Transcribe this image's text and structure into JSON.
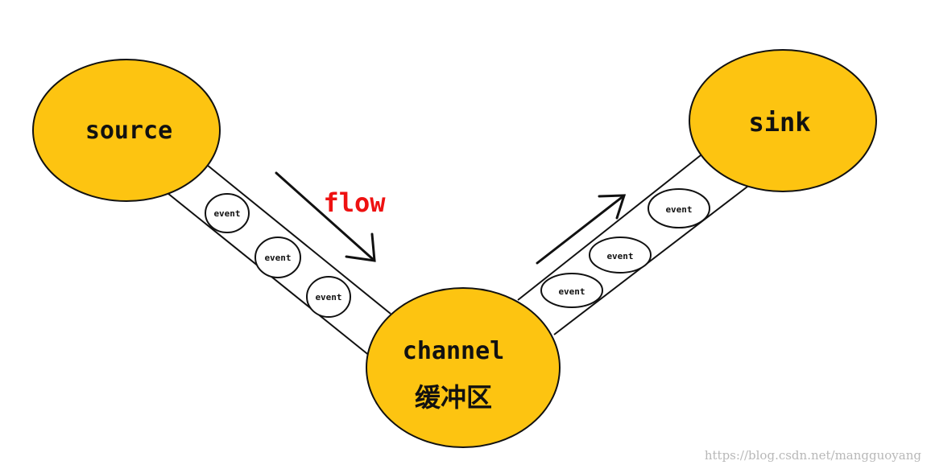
{
  "colors": {
    "node_fill": "#fdc411",
    "stroke": "#111111",
    "flow_text": "#ee1111",
    "watermark": "#b8b8b8"
  },
  "nodes": {
    "source": {
      "label": "source"
    },
    "sink": {
      "label": "sink"
    },
    "channel": {
      "label": "channel",
      "sublabel": "缓冲区"
    }
  },
  "flow": {
    "label": "flow"
  },
  "events": {
    "left": [
      "event",
      "event",
      "event"
    ],
    "right": [
      "event",
      "event",
      "event"
    ]
  },
  "watermark": "https://blog.csdn.net/mangguoyang"
}
